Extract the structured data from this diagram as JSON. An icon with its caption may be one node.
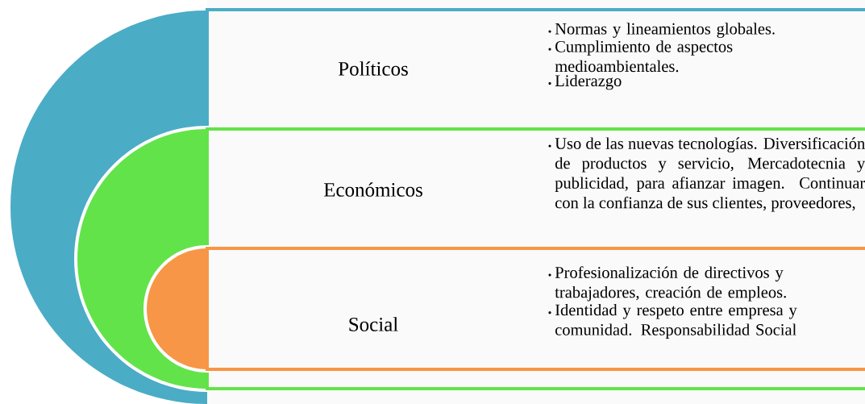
{
  "diagram": {
    "nodes": [
      {
        "text": [
          "Políticos",
          "Normas y lineamientos globales.",
          "Cumplimiento de aspectos medioambientales.",
          "Liderazgo"
        ]
      },
      {
        "text": [
          "Económicos",
          "Uso de las nuevas tecnologías. Diversificación de productos y servicio, Mercadotecnia y publicidad, para afianzar imagen. Continuar con la confianza de sus clientes, proveedores,"
        ],
        "in": 0
      },
      {
        "text": [
          "Social",
          "Profesionalización de directivos y trabajadores, creación de empleos.",
          "Identidad y respeto entre empresa y comunidad. Responsabilidad Social"
        ],
        "in": 1
      }
    ]
  }
}
